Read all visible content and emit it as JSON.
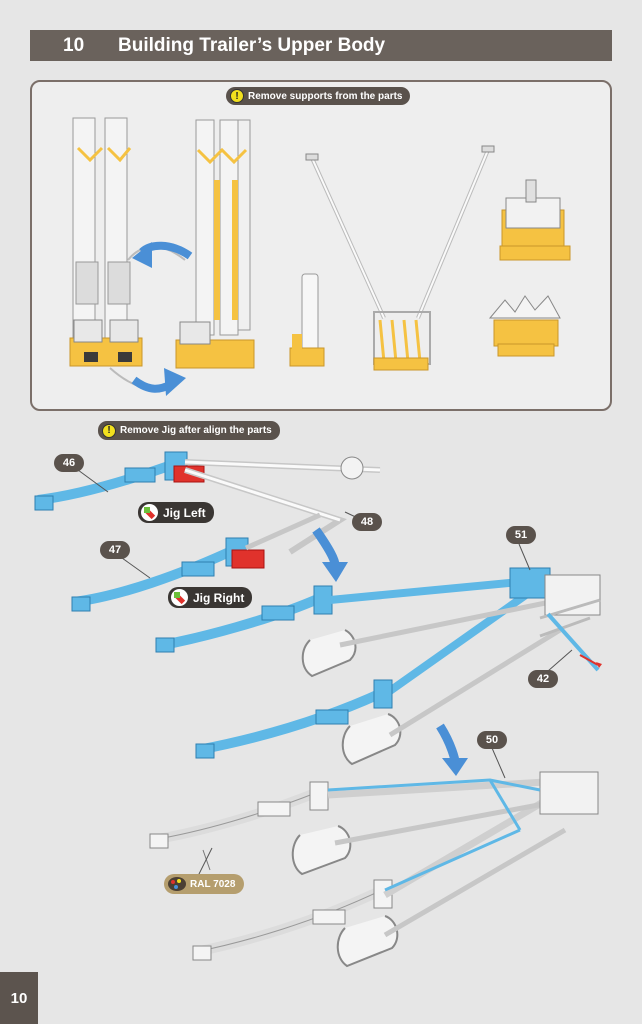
{
  "header": {
    "step_number": "10",
    "title": "Building Trailer’s Upper Body"
  },
  "notes": {
    "supports": "Remove supports from the parts",
    "jig": "Remove Jig after align the parts"
  },
  "callouts": {
    "c46": "46",
    "c47": "47",
    "c48": "48",
    "c51": "51",
    "c42": "42",
    "c50": "50"
  },
  "labels": {
    "jig_left": "Jig Left",
    "jig_right": "Jig Right",
    "paint": "RAL 7028"
  },
  "colors": {
    "highlight_blue": "#5fb8e6",
    "support_yellow": "#f5c242",
    "jig_red": "#e0322c",
    "arrow_blue": "#4a8fd6"
  },
  "footer": {
    "page_number": "10"
  }
}
